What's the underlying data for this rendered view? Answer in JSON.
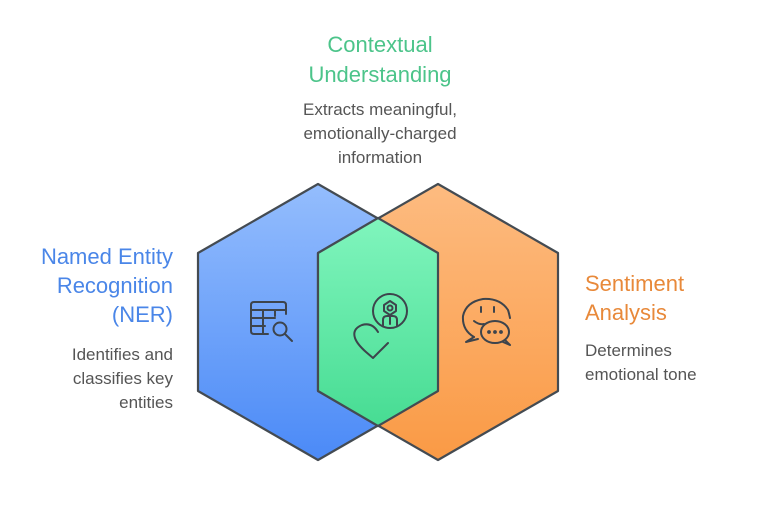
{
  "diagram": {
    "type": "overlapping-hexagon-venn",
    "sections": [
      {
        "id": "ner",
        "title_lines": [
          "Named Entity",
          "Recognition",
          "(NER)"
        ],
        "description_lines": [
          "Identifies and",
          "classifies key",
          "entities"
        ],
        "icon": "table-search-icon",
        "color": "#4a86e8"
      },
      {
        "id": "contextual",
        "title_lines": [
          "Contextual",
          "Understanding"
        ],
        "description_lines": [
          "Extracts meaningful,",
          "emotionally-charged",
          "information"
        ],
        "icon": "heart-robot-icon",
        "color": "#4cc48a"
      },
      {
        "id": "sentiment",
        "title_lines": [
          "Sentiment",
          "Analysis"
        ],
        "description_lines": [
          "Determines",
          "emotional tone"
        ],
        "icon": "chat-bubbles-icon",
        "color": "#e8893a"
      }
    ],
    "colors": {
      "blue_top": "#94bdfd",
      "blue_bottom": "#4b8af7",
      "orange_top": "#fdbb80",
      "orange_bottom": "#fa9a45",
      "green_top": "#80f5bd",
      "green_bottom": "#47dc93",
      "stroke": "#444b52",
      "icon_stroke": "#3d444c"
    }
  }
}
